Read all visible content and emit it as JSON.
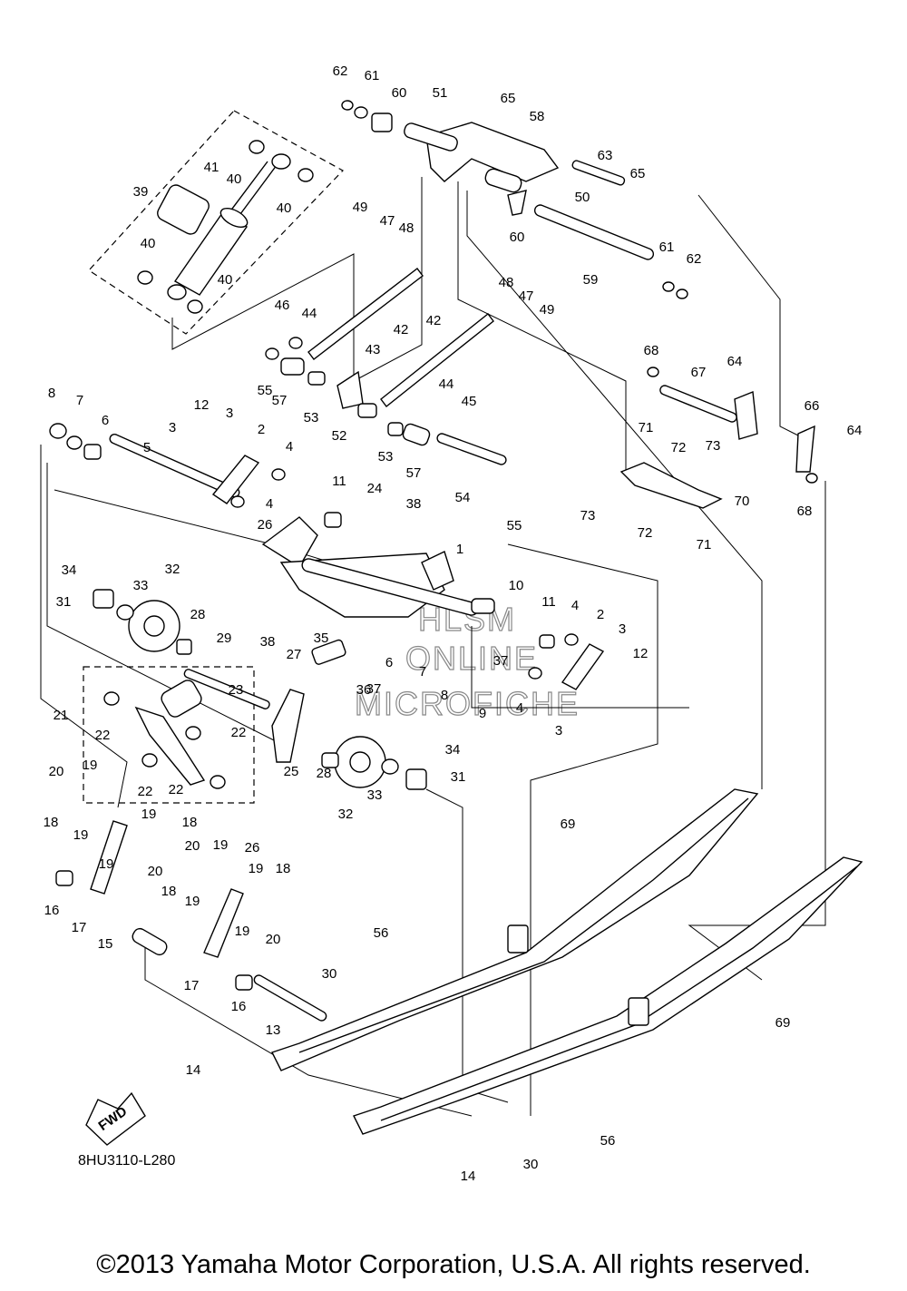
{
  "diagram": {
    "part_numbers": [
      "1",
      "2",
      "3",
      "4",
      "5",
      "6",
      "7",
      "8",
      "9",
      "10",
      "11",
      "12",
      "13",
      "14",
      "15",
      "16",
      "17",
      "18",
      "19",
      "20",
      "21",
      "22",
      "23",
      "24",
      "25",
      "26",
      "27",
      "28",
      "29",
      "30",
      "31",
      "32",
      "33",
      "34",
      "35",
      "36",
      "37",
      "38",
      "39",
      "40",
      "41",
      "42",
      "43",
      "44",
      "45",
      "46",
      "47",
      "48",
      "49",
      "50",
      "51",
      "52",
      "53",
      "54",
      "55",
      "56",
      "57",
      "58",
      "59",
      "60",
      "61",
      "62",
      "63",
      "64",
      "65",
      "66",
      "67",
      "68",
      "69",
      "70",
      "71",
      "72",
      "73"
    ],
    "fwd_badge": "FWD",
    "watermark": [
      "HLSM",
      "ONLINE",
      "MICROFICHE"
    ],
    "drawing_code": "8HU3110-L280",
    "copyright": "©2013 Yamaha Motor Corporation, U.S.A. All rights reserved."
  }
}
